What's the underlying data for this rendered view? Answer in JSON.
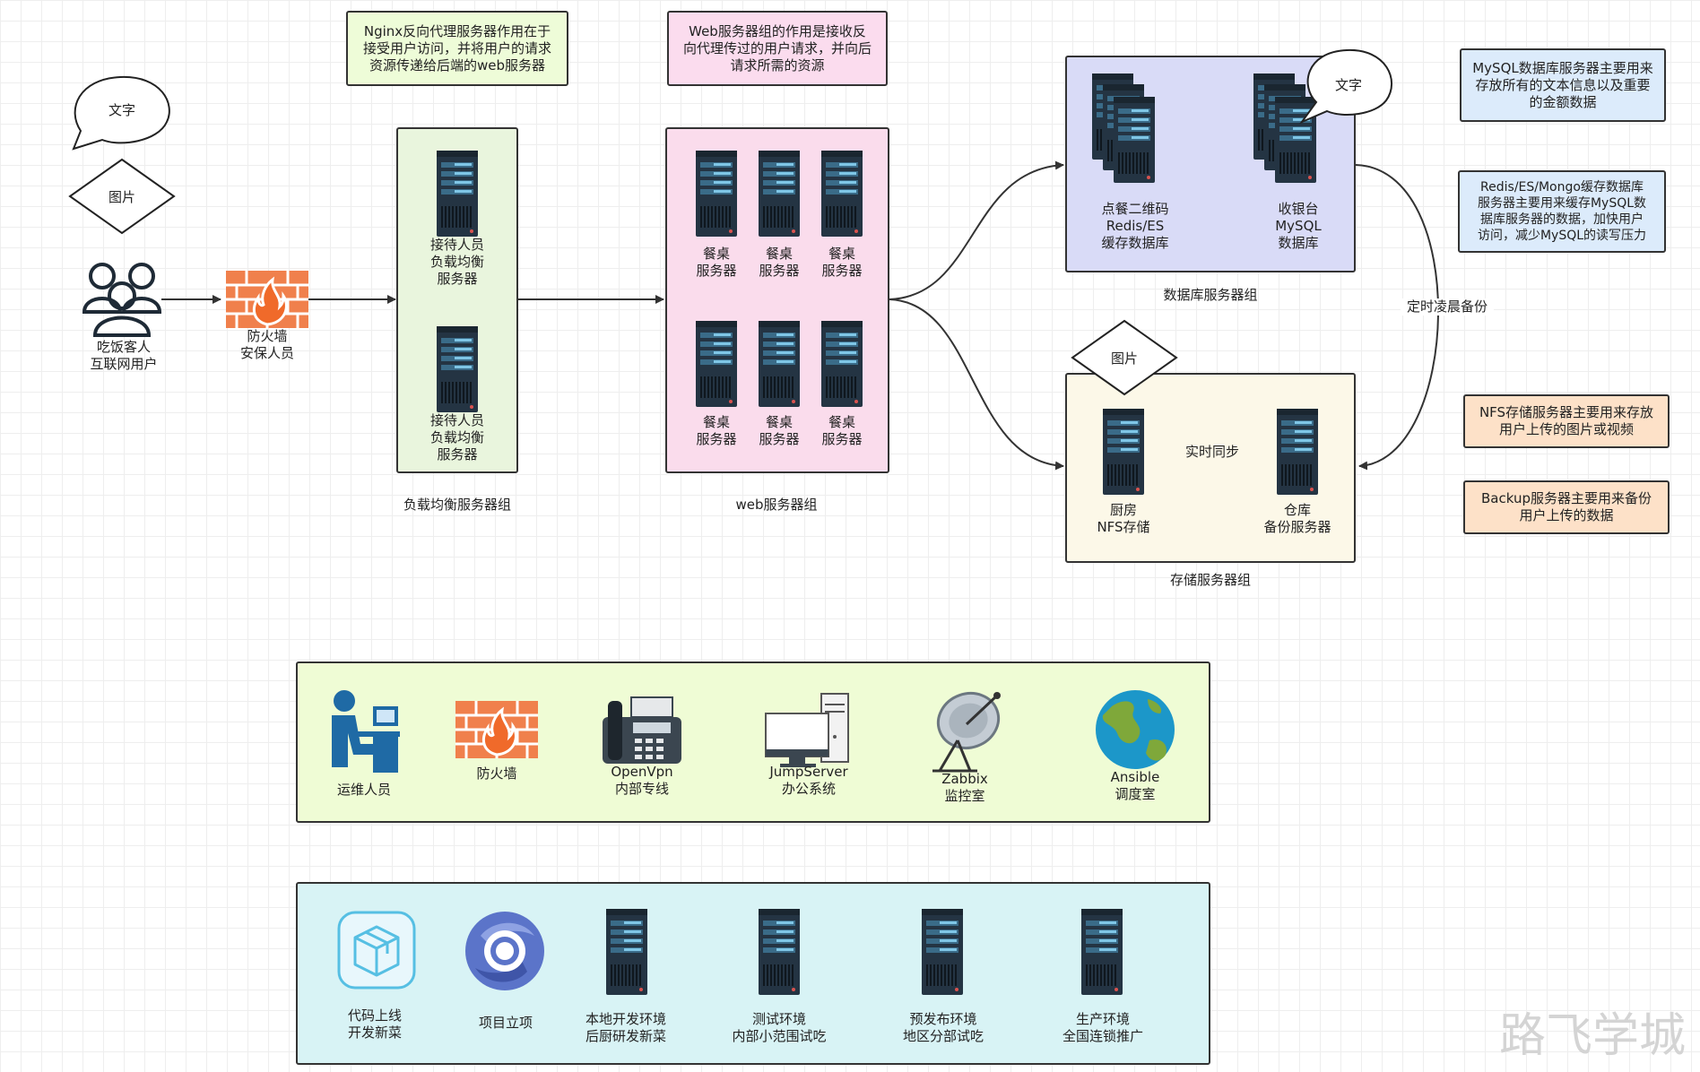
{
  "colors": {
    "lb_group": "#e9f5dd",
    "web_group": "#fadcec",
    "db_group": "#d9dbf7",
    "storage_group": "#fcf8e8",
    "ops_group": "#effcd5",
    "dev_group": "#d8f3f5",
    "note_green": "#eefcd8",
    "note_pink": "#fbdcee",
    "note_blue": "#dcebfb",
    "note_orange": "#fde1c8",
    "firewall": "#f0804c",
    "server": "#243443"
  },
  "callouts": {
    "top_left": "文字",
    "db_group": "文字"
  },
  "diamonds": {
    "left": "图片",
    "storage": "图片"
  },
  "nodes": {
    "users": {
      "line1": "吃饭客人",
      "line2": "互联网用户",
      "icon": "users-icon"
    },
    "firewall": {
      "line1": "防火墙",
      "line2": "安保人员",
      "icon": "firewall-icon"
    },
    "lb1": {
      "line1": "接待人员",
      "line2": "负载均衡",
      "line3": "服务器"
    },
    "lb2": {
      "line1": "接待人员",
      "line2": "负载均衡",
      "line3": "服务器"
    },
    "web_server": {
      "line1": "餐桌",
      "line2": "服务器"
    },
    "redis": {
      "line1": "点餐二维码",
      "line2": "Redis/ES",
      "line3": "缓存数据库"
    },
    "mysql": {
      "line1": "收银台",
      "line2": "MySQL",
      "line3": "数据库"
    },
    "nfs": {
      "line1": "厨房",
      "line2": "NFS存储"
    },
    "backup": {
      "line1": "仓库",
      "line2": "备份服务器"
    }
  },
  "groups": {
    "lb": "负载均衡服务器组",
    "web": "web服务器组",
    "db": "数据库服务器组",
    "storage": "存储服务器组"
  },
  "edge_labels": {
    "realtime_sync": "实时同步",
    "nightly_backup": "定时凌晨备份"
  },
  "notes": {
    "nginx": [
      "Nginx反向代理服务器作用在于",
      "接受用户访问，并将用户的请求",
      "资源传递给后端的web服务器"
    ],
    "web": [
      "Web服务器组的作用是接收反",
      "向代理传过的用户请求，并向后",
      "请求所需的资源"
    ],
    "mysql": [
      "MySQL数据库服务器主要用来",
      "存放所有的文本信息以及重要",
      "的金额数据"
    ],
    "redis": [
      "Redis/ES/Mongo缓存数据库",
      "服务器主要用来缓存MySQL数",
      "据库服务器的数据，加快用户",
      "访问，减少MySQL的读写压力"
    ],
    "nfs": [
      "NFS存储服务器主要用来存放",
      "用户上传的图片或视频"
    ],
    "backup": [
      "Backup服务器主要用来备份",
      "用户上传的数据"
    ]
  },
  "ops_flow": [
    {
      "line1": "运维人员",
      "line2": "",
      "icon": "operator-icon"
    },
    {
      "line1": "防火墙",
      "line2": "",
      "icon": "firewall-icon"
    },
    {
      "line1": "OpenVpn",
      "line2": "内部专线",
      "icon": "fax-phone-icon"
    },
    {
      "line1": "JumpServer",
      "line2": "办公系统",
      "icon": "workstation-icon"
    },
    {
      "line1": "Zabbix",
      "line2": "监控室",
      "icon": "satellite-dish-icon"
    },
    {
      "line1": "Ansible",
      "line2": "调度室",
      "icon": "globe-icon"
    }
  ],
  "dev_flow": [
    {
      "line1": "代码上线",
      "line2": "开发新菜",
      "icon": "package-box-icon"
    },
    {
      "line1": "项目立项",
      "line2": "",
      "icon": "ring-logo-icon"
    },
    {
      "line1": "本地开发环境",
      "line2": "后厨研发新菜",
      "icon": "server-icon"
    },
    {
      "line1": "测试环境",
      "line2": "内部小范围试吃",
      "icon": "server-icon"
    },
    {
      "line1": "预发布环境",
      "line2": "地区分部试吃",
      "icon": "server-icon"
    },
    {
      "line1": "生产环境",
      "line2": "全国连锁推广",
      "icon": "server-icon"
    }
  ],
  "watermark": "路飞学城"
}
